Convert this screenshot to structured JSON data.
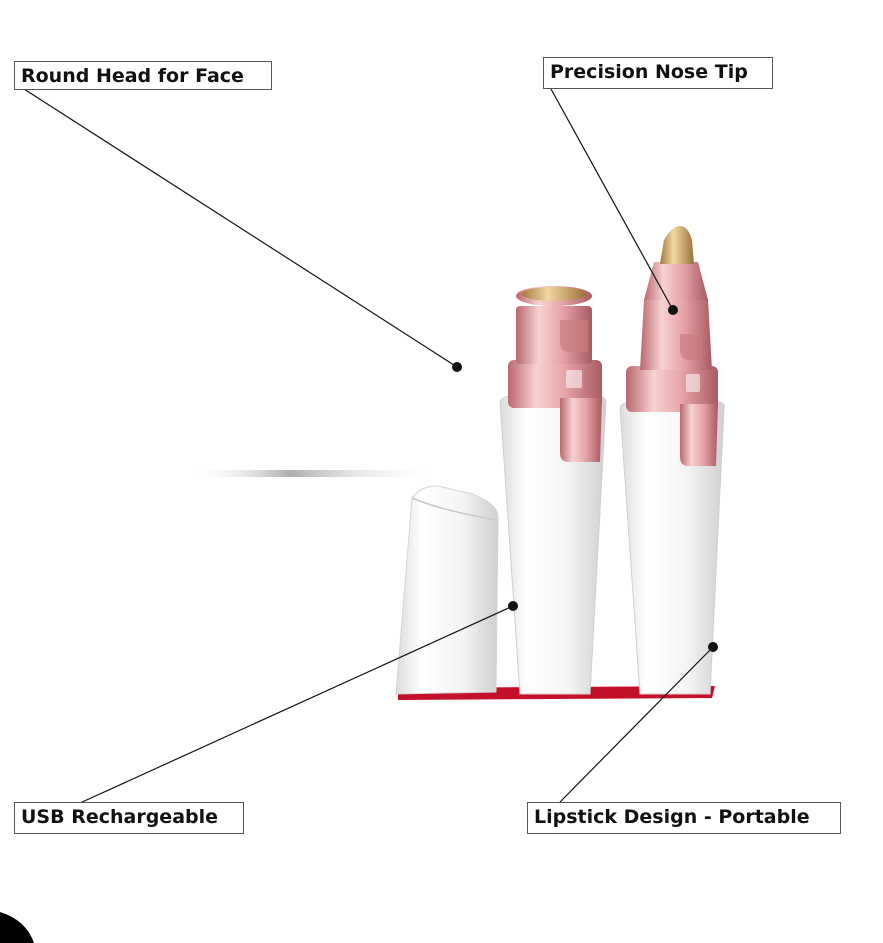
{
  "callouts": {
    "round_head": "Round Head for Face",
    "nose_tip": "Precision Nose Tip",
    "usb": "USB Rechargeable",
    "lipstick": "Lipstick Design - Portable"
  },
  "colors": {
    "rose_gold": "#e8a6a8",
    "rose_gold_dark": "#b9686e",
    "gold_tip": "#d9b57a",
    "body_white": "#f7f7f7",
    "red_accent": "#c4102a"
  }
}
